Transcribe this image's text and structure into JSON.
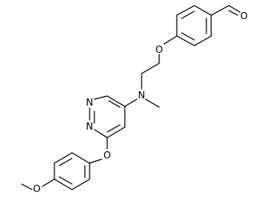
{
  "molecule": {
    "atoms": {
      "aldehyde_o": "O",
      "ether_o_top": "O",
      "amine_n": "N",
      "ring_n1": "N",
      "ring_n2": "N",
      "ether_o_mid": "O",
      "methoxy_o": "O"
    }
  }
}
